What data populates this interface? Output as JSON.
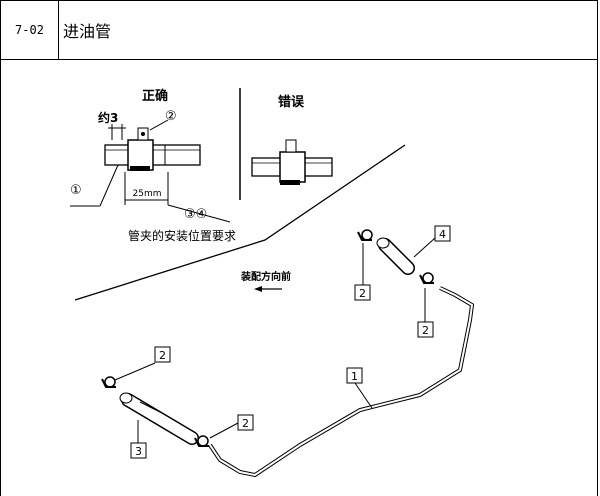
{
  "header": {
    "code": "7-02",
    "title": "进油管"
  },
  "diagram": {
    "correct_label": "正确",
    "wrong_label": "错误",
    "approx_label": "约3",
    "circle_1": "①",
    "circle_2": "②",
    "circle_34": "③④",
    "dim_25mm": "25mm",
    "caption": "管夹的安装位置要求",
    "direction_label": "装配方向前",
    "callouts": [
      "4",
      "2",
      "2",
      "1",
      "2",
      "2",
      "3"
    ]
  }
}
